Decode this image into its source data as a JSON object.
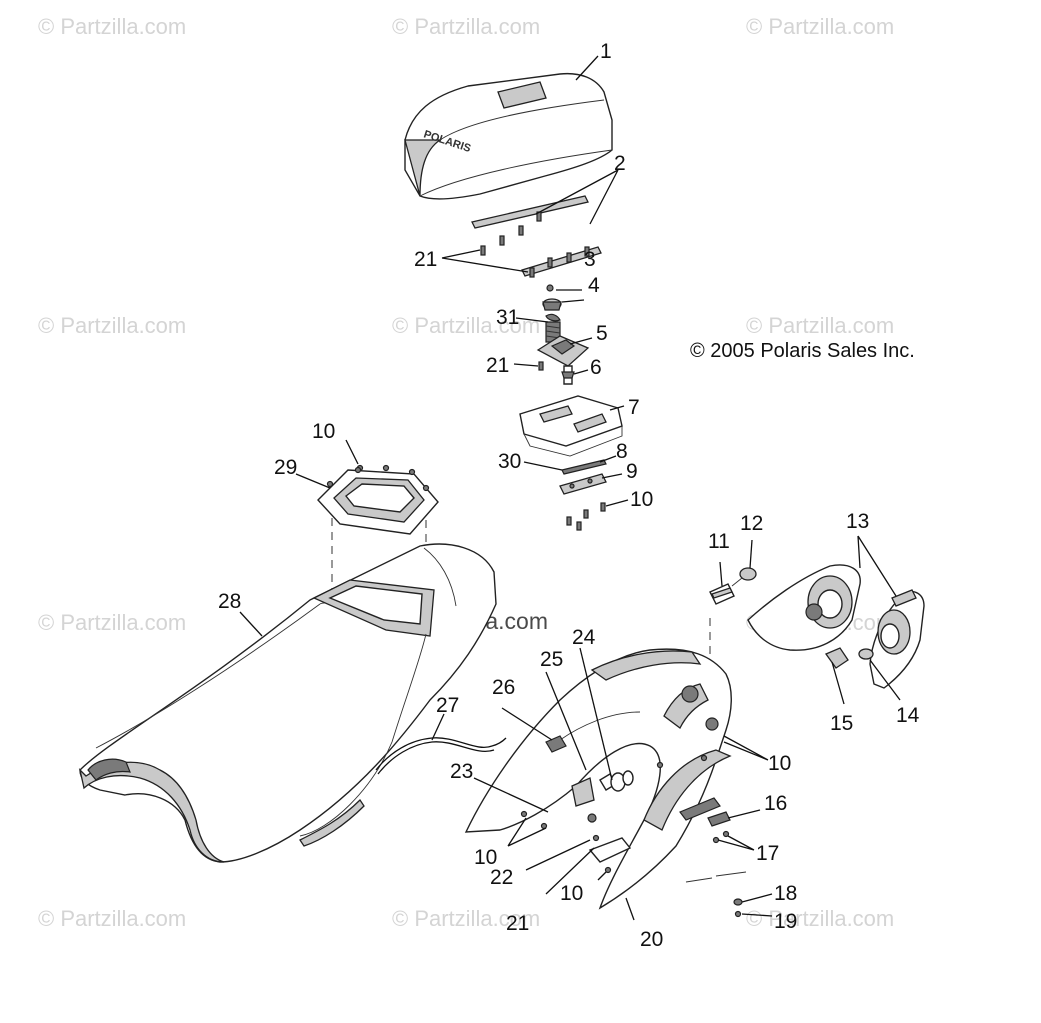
{
  "watermark": "© Partzilla.com",
  "center_watermark": "© Partzilla.com",
  "copyright": "© 2005 Polaris Sales Inc.",
  "logo_text": "POLARIS",
  "callouts": {
    "c1": "1",
    "c2": "2",
    "c3": "3",
    "c4": "4",
    "c5": "5",
    "c6": "6",
    "c7": "7",
    "c8": "8",
    "c9": "9",
    "c10a": "10",
    "c10b": "10",
    "c10c": "10",
    "c10d": "10",
    "c10e": "10",
    "c11": "11",
    "c12": "12",
    "c13": "13",
    "c14": "14",
    "c15": "15",
    "c16": "16",
    "c17": "17",
    "c18": "18",
    "c19": "19",
    "c20": "20",
    "c21a": "21",
    "c21b": "21",
    "c21c": "21",
    "c22": "22",
    "c23": "23",
    "c24": "24",
    "c25": "25",
    "c26": "26",
    "c27": "27",
    "c28": "28",
    "c29": "29",
    "c30": "30",
    "c31": "31"
  }
}
